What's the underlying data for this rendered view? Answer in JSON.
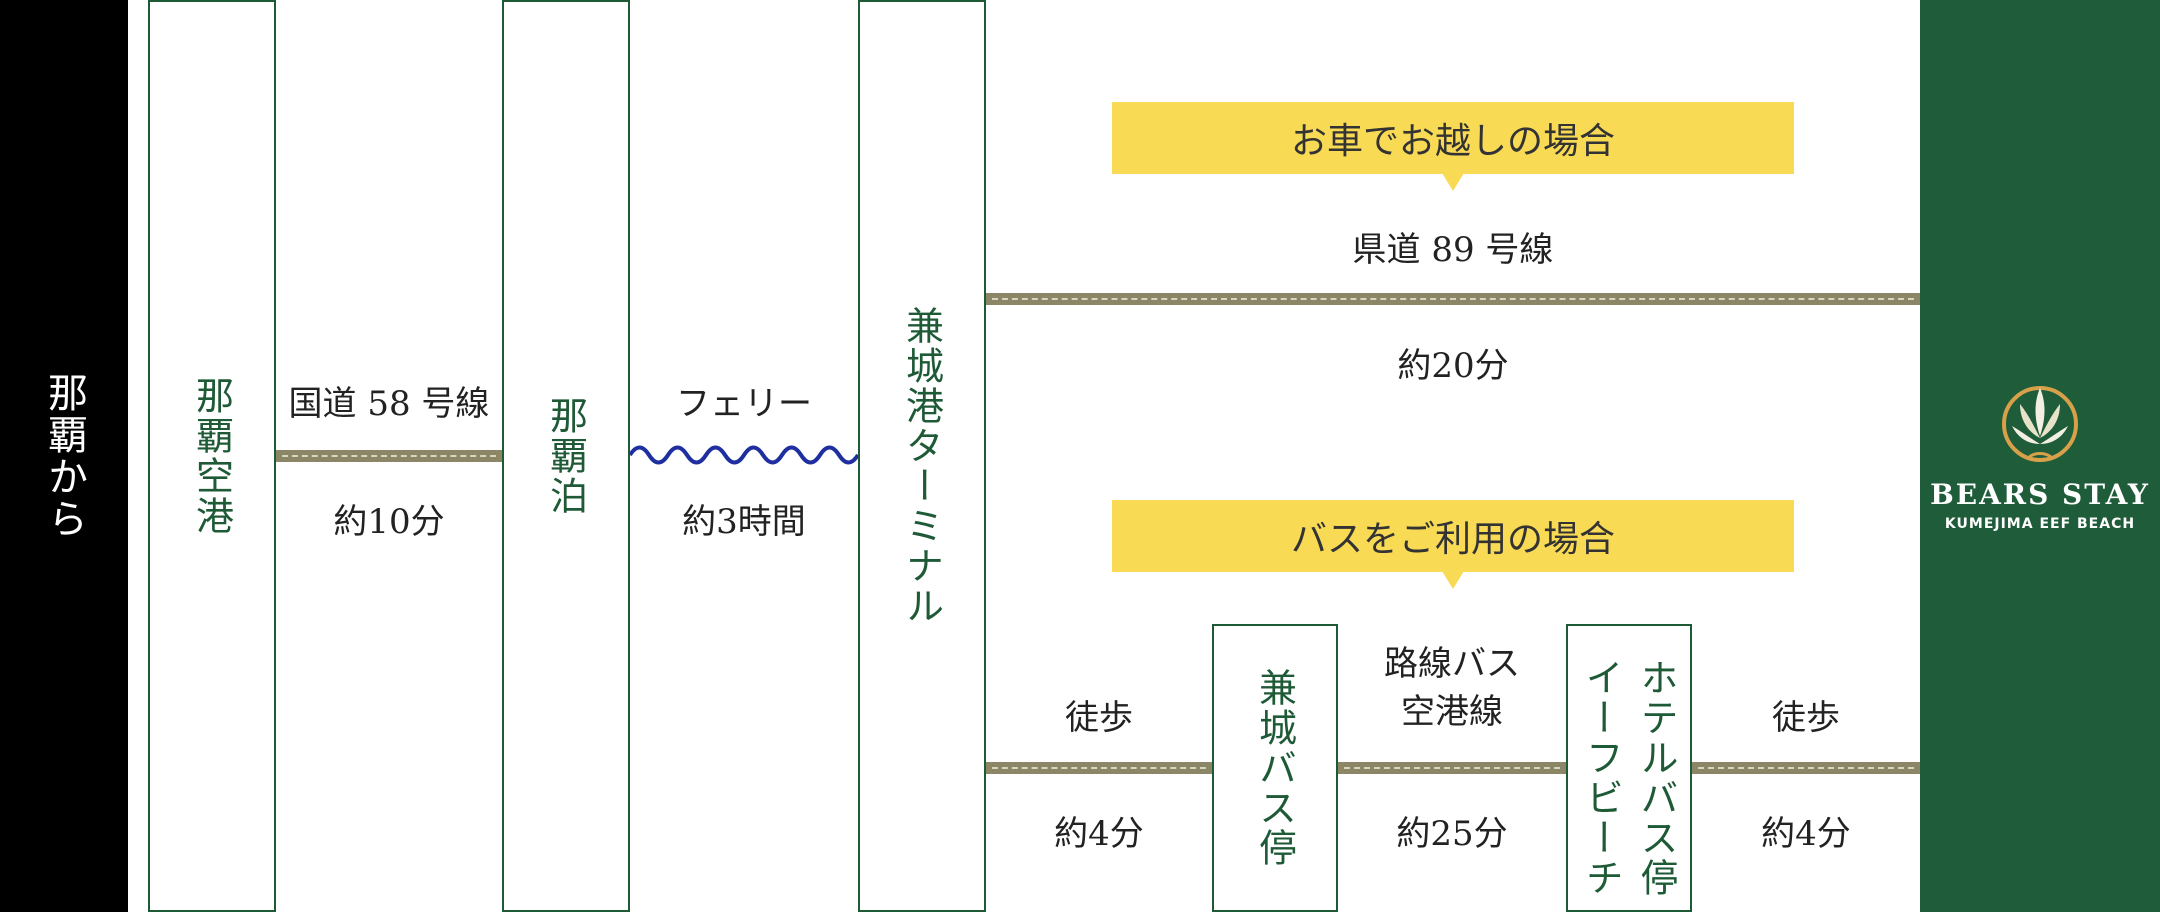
{
  "origin": {
    "label": "那覇から"
  },
  "stations": {
    "naha_airport": "那覇空港",
    "tomari": "那覇泊",
    "kanegusuku_terminal": "兼城港ターミナル",
    "kanegusuku_bus_stop": "兼城バス停",
    "eef_beach_bus_stop_col1": "イーフビーチ",
    "eef_beach_bus_stop_col2": "ホテルバス停"
  },
  "segments": {
    "route58": {
      "name": "国道 58 号線",
      "time": "約10分"
    },
    "ferry": {
      "name": "フェリー",
      "time": "約3時間"
    },
    "route89": {
      "name": "県道 89 号線",
      "time": "約20分"
    },
    "walk1": {
      "name": "徒歩",
      "time": "約4分"
    },
    "bus": {
      "name_line1": "路線バス",
      "name_line2": "空港線",
      "time": "約25分"
    },
    "walk2": {
      "name": "徒歩",
      "time": "約4分"
    }
  },
  "callouts": {
    "car": "お車でお越しの場合",
    "bus": "バスをご利用の場合"
  },
  "destination": {
    "name": "BEARS STAY",
    "subtitle": "KUMEJIMA  EEF BEACH",
    "logo_icon": "leaf-emblem-icon"
  },
  "colors": {
    "station_border": "#1f5a37",
    "road": "#8b8766",
    "ferry_wave": "#1f2fa0",
    "callout": "#f8da55",
    "destination_bg": "#1e5c3a"
  }
}
